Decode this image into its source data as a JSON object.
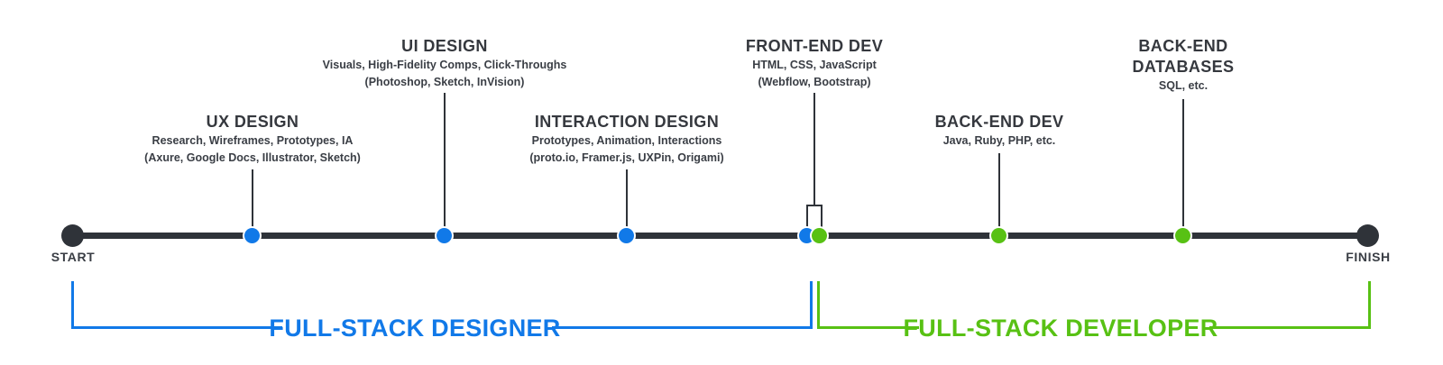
{
  "timeline": {
    "start_label": "START",
    "finish_label": "FINISH"
  },
  "milestones": [
    {
      "title": "UX DESIGN",
      "subtitle": "Research, Wireframes, Prototypes, IA",
      "tools": "(Axure, Google Docs, Illustrator, Sketch)",
      "dot_color": "#1179e8"
    },
    {
      "title": "UI DESIGN",
      "subtitle": "Visuals, High-Fidelity Comps, Click-Throughs",
      "tools": "(Photoshop, Sketch, InVision)",
      "dot_color": "#1179e8"
    },
    {
      "title": "INTERACTION DESIGN",
      "subtitle": "Prototypes, Animation, Interactions",
      "tools": "(proto.io, Framer.js, UXPin, Origami)",
      "dot_color": "#1179e8"
    },
    {
      "title": "FRONT-END DEV",
      "subtitle": "HTML, CSS, JavaScript",
      "tools": "(Webflow, Bootstrap)",
      "dot_color": "#1179e8 and #58c114"
    },
    {
      "title": "BACK-END DEV",
      "subtitle": "Java, Ruby, PHP, etc.",
      "dot_color": "#58c114"
    },
    {
      "title": "BACK-END DATABASES",
      "subtitle": "SQL, etc.",
      "dot_color": "#58c114"
    }
  ],
  "spans": [
    {
      "label": "FULL-STACK DESIGNER",
      "color": "#1179e8"
    },
    {
      "label": "FULL-STACK DEVELOPER",
      "color": "#58c114"
    }
  ],
  "colors": {
    "dark": "#2f3339",
    "blue": "#1179e8",
    "green": "#58c114",
    "background": "#ffffff"
  }
}
